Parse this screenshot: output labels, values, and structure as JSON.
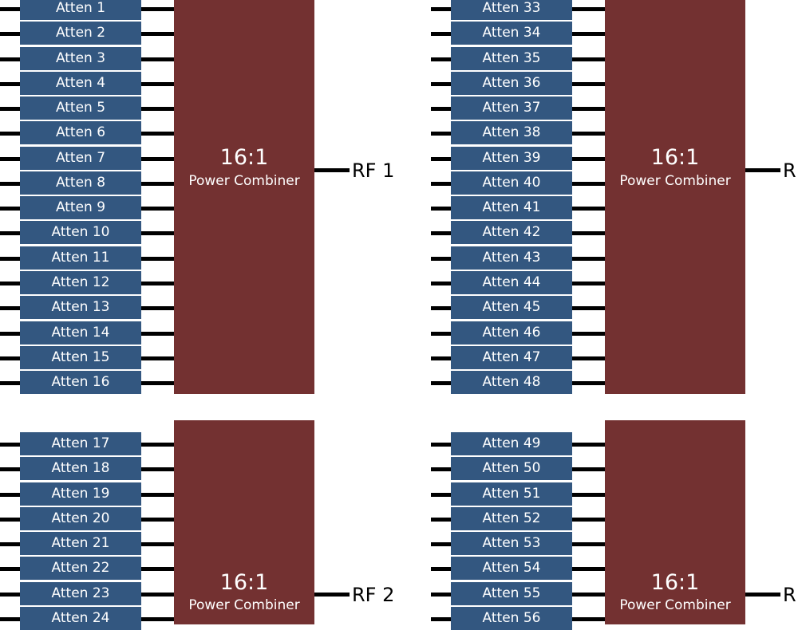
{
  "colors": {
    "attenuator": "#335780",
    "combiner": "#733131",
    "wire": "#000000",
    "text_on_block": "#ffffff"
  },
  "groups": [
    {
      "combiner_ratio": "16:1",
      "combiner_name": "Power Combiner",
      "output_label": "RF 1",
      "attenuators": [
        "Atten 1",
        "Atten 2",
        "Atten 3",
        "Atten 4",
        "Atten 5",
        "Atten 6",
        "Atten 7",
        "Atten 8",
        "Atten 9",
        "Atten 10",
        "Atten 11",
        "Atten 12",
        "Atten 13",
        "Atten 14",
        "Atten 15",
        "Atten 16"
      ]
    },
    {
      "combiner_ratio": "16:1",
      "combiner_name": "Power Combiner",
      "output_label": "RF 2",
      "attenuators": [
        "Atten 17",
        "Atten 18",
        "Atten 19",
        "Atten 20",
        "Atten 21",
        "Atten 22",
        "Atten 23",
        "Atten 24"
      ]
    },
    {
      "combiner_ratio": "16:1",
      "combiner_name": "Power Combiner",
      "output_label": "RI",
      "attenuators": [
        "Atten 33",
        "Atten 34",
        "Atten 35",
        "Atten 36",
        "Atten 37",
        "Atten 38",
        "Atten 39",
        "Atten 40",
        "Atten 41",
        "Atten 42",
        "Atten 43",
        "Atten 44",
        "Atten 45",
        "Atten 46",
        "Atten 47",
        "Atten 48"
      ]
    },
    {
      "combiner_ratio": "16:1",
      "combiner_name": "Power Combiner",
      "output_label": "RI",
      "attenuators": [
        "Atten 49",
        "Atten 50",
        "Atten 51",
        "Atten 52",
        "Atten 53",
        "Atten 54",
        "Atten 55",
        "Atten 56"
      ]
    }
  ]
}
